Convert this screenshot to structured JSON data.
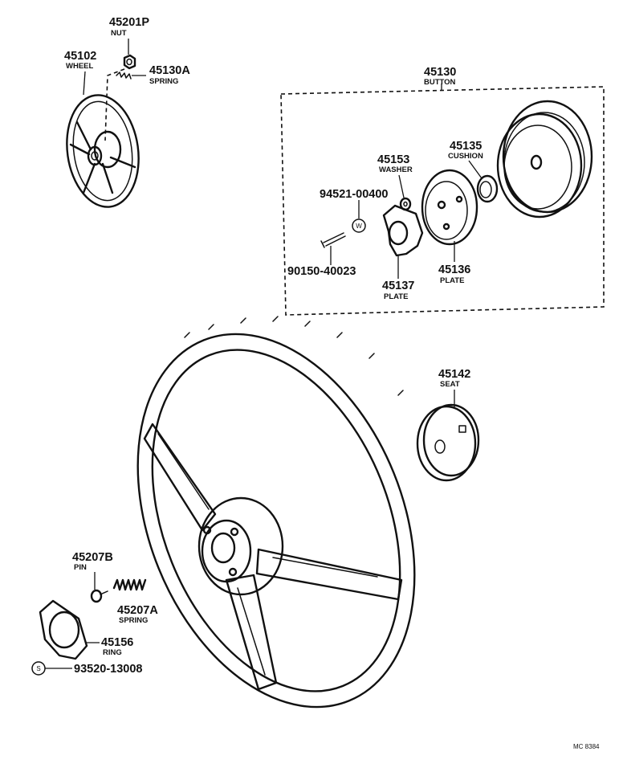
{
  "parts": {
    "p45201p": {
      "number": "45201P",
      "name": "NUT"
    },
    "p45102": {
      "number": "45102",
      "name": "WHEEL"
    },
    "p45130a": {
      "number": "45130A",
      "name": "SPRING"
    },
    "p45130": {
      "number": "45130",
      "name": "BUTTON"
    },
    "p45135": {
      "number": "45135",
      "name": "CUSHION"
    },
    "p45153": {
      "number": "45153",
      "name": "WASHER"
    },
    "p94521": {
      "number": "94521-00400"
    },
    "p90150": {
      "number": "90150-40023"
    },
    "p45137": {
      "number": "45137",
      "name": "PLATE"
    },
    "p45136": {
      "number": "45136",
      "name": "PLATE"
    },
    "p45142": {
      "number": "45142",
      "name": "SEAT"
    },
    "p45207b": {
      "number": "45207B",
      "name": "PIN"
    },
    "p45207a": {
      "number": "45207A",
      "name": "SPRING"
    },
    "p45156": {
      "number": "45156",
      "name": "RING"
    },
    "p93520": {
      "number": "93520-13008"
    }
  },
  "symbols": {
    "w_mark": "W",
    "s_mark": "S"
  },
  "diagram_code": "MC 8384"
}
